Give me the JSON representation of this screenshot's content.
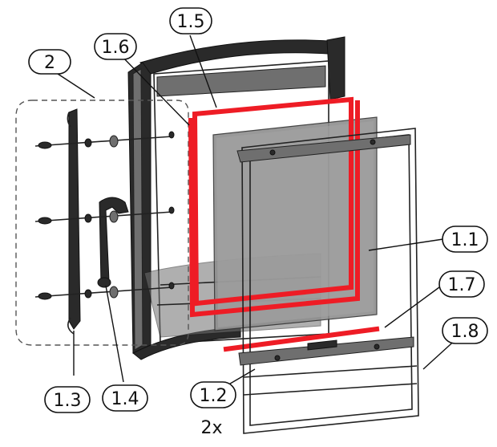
{
  "colors": {
    "seal": "#ee1c25",
    "glass": "#8e8e8e",
    "frame": "#3a3a3a",
    "line": "#111111"
  },
  "callouts": {
    "c1_1": "1.1",
    "c1_2": "1.2",
    "c1_3": "1.3",
    "c1_4": "1.4",
    "c1_5": "1.5",
    "c1_6": "1.6",
    "c1_7": "1.7",
    "c1_8": "1.8",
    "c2": "2"
  },
  "quantity_note": "2x"
}
